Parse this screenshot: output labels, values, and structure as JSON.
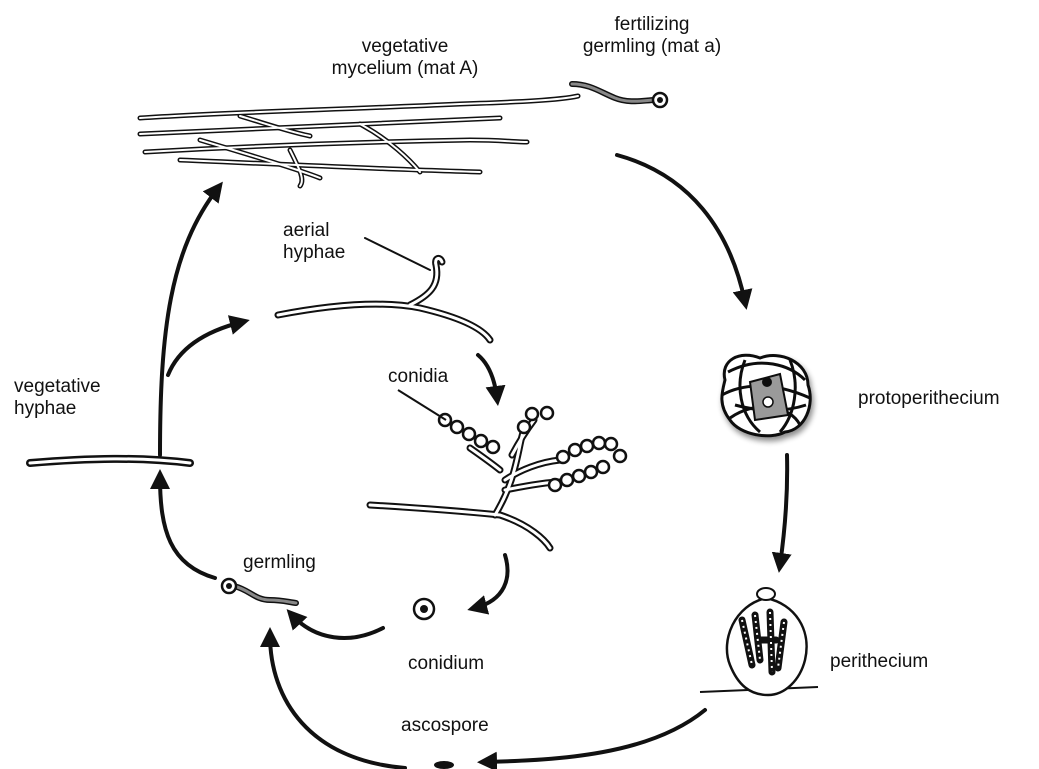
{
  "labels": {
    "vegetative_mycelium": [
      "vegetative",
      "mycelium (mat A)"
    ],
    "fertilizing_germling": [
      "fertilizing",
      "germling (mat a)"
    ],
    "aerial_hyphae": [
      "aerial",
      "hyphae"
    ],
    "conidia": "conidia",
    "vegetative_hyphae": [
      "vegetative",
      "hyphae"
    ],
    "protoperithecium": "protoperithecium",
    "germling": "germling",
    "conidium": "conidium",
    "perithecium": "perithecium",
    "ascospore": "ascospore"
  },
  "colors": {
    "stroke": "#111111",
    "protoperithecium_fill": "#9a9a9a",
    "background": "#ffffff"
  }
}
